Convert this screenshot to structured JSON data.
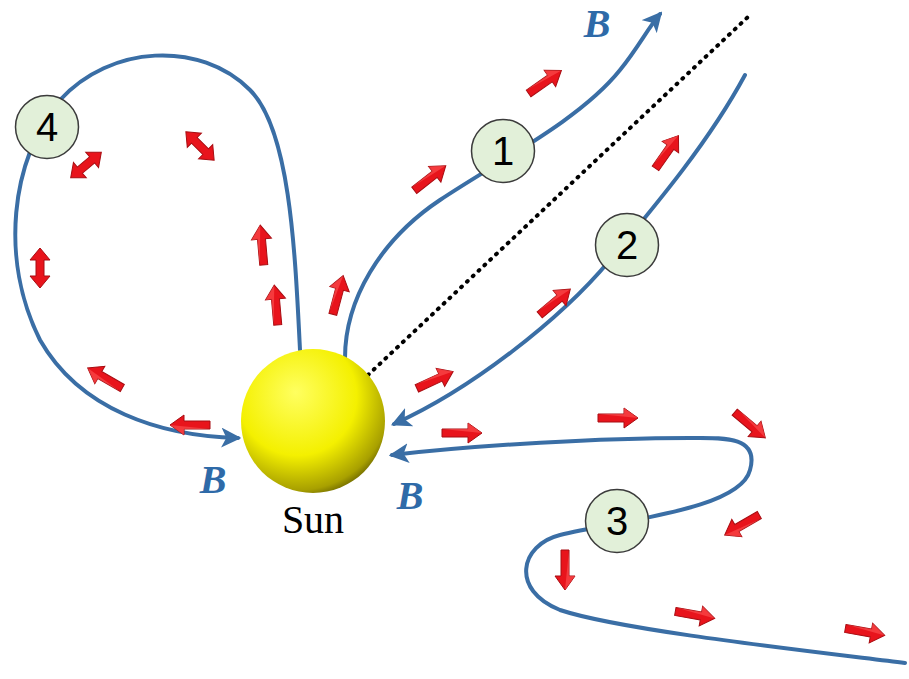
{
  "diagram": {
    "nodes": [
      {
        "text": [
          "4"
        ]
      },
      {
        "text": [
          "1"
        ]
      },
      {
        "text": [
          "2"
        ]
      },
      {
        "text": [
          "Sun"
        ]
      },
      {
        "text": [
          "3"
        ]
      }
    ],
    "labels": [
      "B",
      "B",
      "B"
    ]
  }
}
